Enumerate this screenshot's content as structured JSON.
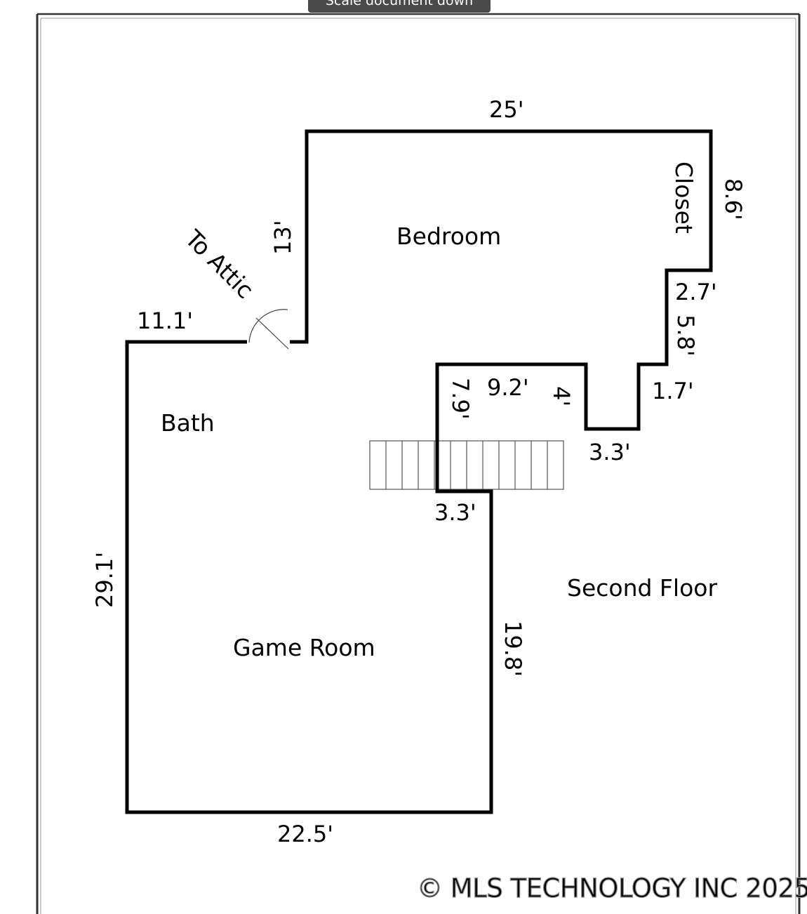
{
  "toolbar": {
    "tooltip": "Scale document down"
  },
  "plan": {
    "floor_label": "Second Floor",
    "rooms": {
      "bedroom": "Bedroom",
      "closet": "Closet",
      "bath": "Bath",
      "game_room": "Game Room",
      "attic": "To Attic"
    },
    "dimensions": {
      "top_25": "25'",
      "right_8_6": "8.6'",
      "step_2_7": "2.7'",
      "vert_5_8": "5.8'",
      "step_1_7": "1.7'",
      "bottom_3_3": "3.3'",
      "vert_4": "4'",
      "top_9_2": "9.2'",
      "vert_7_9": "7.9'",
      "stair_3_3": "3.3'",
      "left_13": "13'",
      "top_11_1": "11.1'",
      "left_29_1": "29.1'",
      "bottom_22_5": "22.5'",
      "right_19_8": "19.8'"
    },
    "watermark": "© MLS TECHNOLOGY INC 2025"
  }
}
